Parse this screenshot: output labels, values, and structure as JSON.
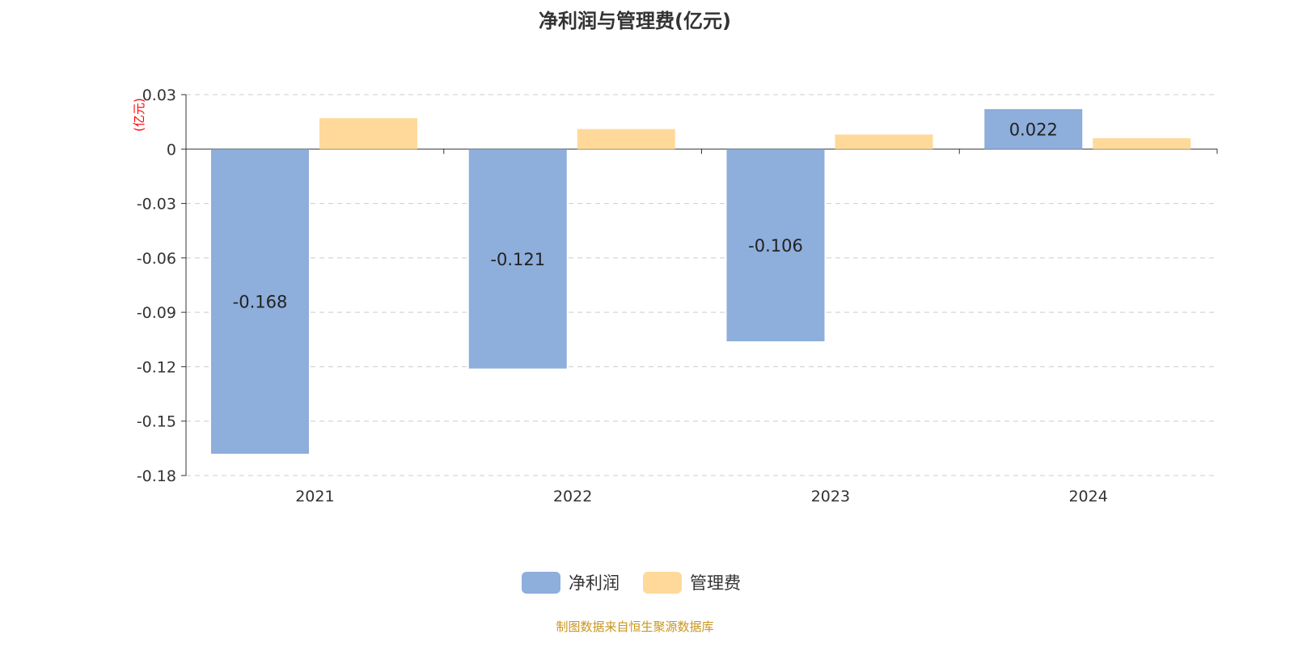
{
  "title": "净利润与管理费(亿元)",
  "source": "制图数据来自恒生聚源数据库",
  "chart_data": {
    "type": "bar",
    "title": "净利润与管理费(亿元)",
    "ylabel": "(亿元)",
    "categories": [
      "2021",
      "2022",
      "2023",
      "2024"
    ],
    "ylim": [
      -0.18,
      0.03
    ],
    "yticks": [
      "0.03",
      "0",
      "-0.03",
      "-0.06",
      "-0.09",
      "-0.12",
      "-0.15",
      "-0.18"
    ],
    "grid": true,
    "legend": "bottom",
    "series": [
      {
        "name": "净利润",
        "color": "#8eaedb",
        "values": [
          -0.168,
          -0.121,
          -0.106,
          0.022
        ],
        "labels": [
          "-0.168",
          "-0.121",
          "-0.106",
          "0.022"
        ]
      },
      {
        "name": "管理费",
        "color": "#ffd99a",
        "values": [
          0.017,
          0.011,
          0.008,
          0.006
        ]
      }
    ]
  }
}
